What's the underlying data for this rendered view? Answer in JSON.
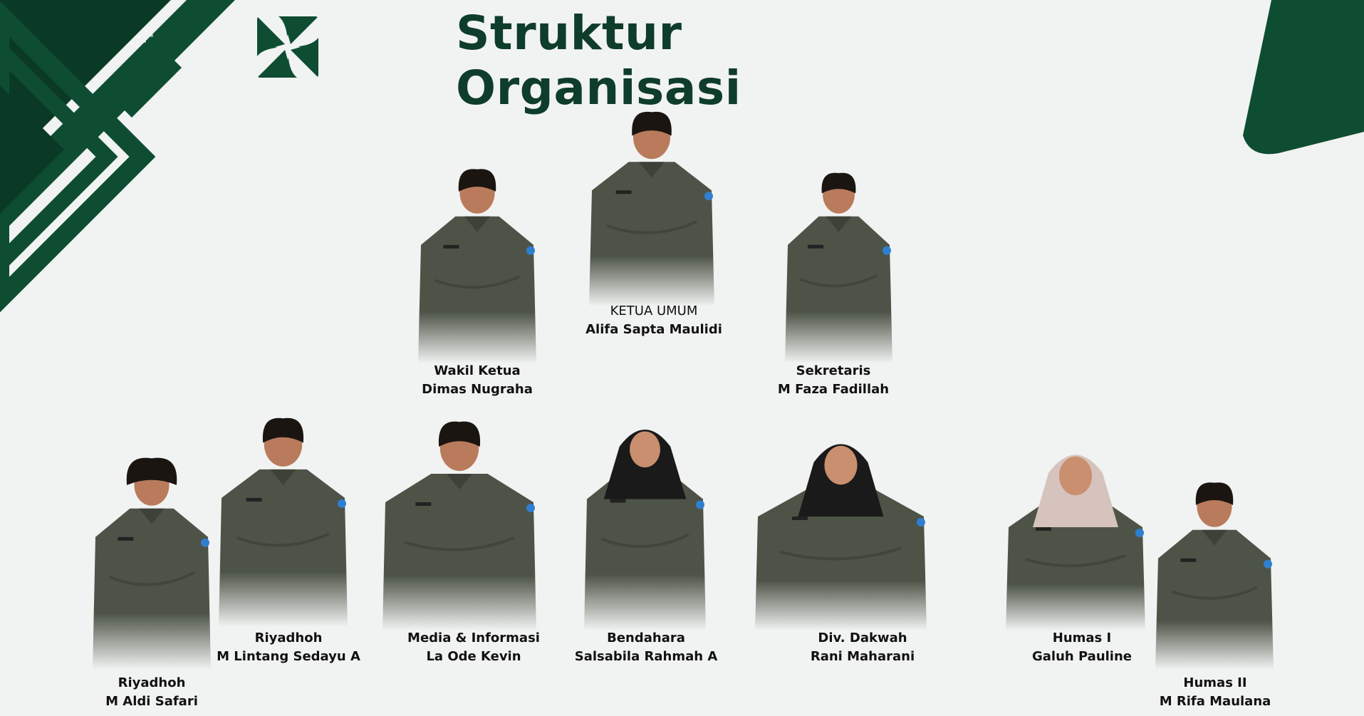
{
  "page": {
    "title": "Struktur Organisasi",
    "colors": {
      "primary_green": "#0f4d33",
      "dark_green": "#0a3a26",
      "background": "#f1f3f2",
      "uniform": "#4d5447"
    },
    "logo_icon": "clover-star-icon"
  },
  "members": [
    {
      "role": "KETUA UMUM",
      "name": "Alifa Sapta Maulidi",
      "hair": "short"
    },
    {
      "role": "Wakil Ketua",
      "name": "Dimas Nugraha",
      "hair": "short"
    },
    {
      "role": "Sekretaris",
      "name": "M Faza Fadillah",
      "hair": "short"
    },
    {
      "role": "Riyadhoh",
      "name": "M Aldi Safari",
      "hair": "curly"
    },
    {
      "role": "Riyadhoh",
      "name": "M Lintang Sedayu A",
      "hair": "short"
    },
    {
      "role": "Media & Informasi",
      "name": "La Ode Kevin",
      "hair": "short"
    },
    {
      "role": "Bendahara",
      "name": "Salsabila Rahmah A",
      "hair": "hijab-black"
    },
    {
      "role": "Div. Dakwah",
      "name": "Rani Maharani",
      "hair": "hijab-black"
    },
    {
      "role": "Humas I",
      "name": "Galuh Pauline",
      "hair": "hijab-beige"
    },
    {
      "role": "Humas II",
      "name": "M Rifa Maulana",
      "hair": "short"
    }
  ]
}
